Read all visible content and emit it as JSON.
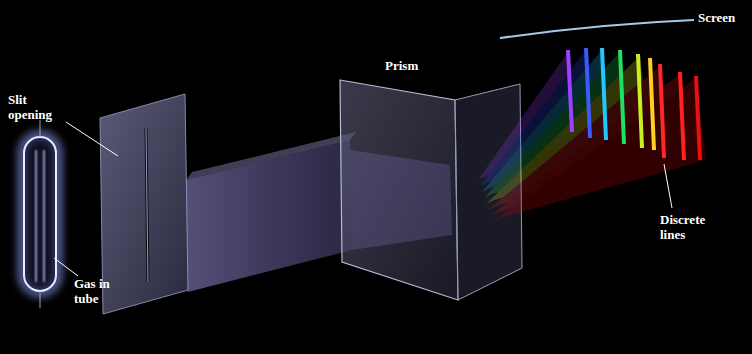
{
  "diagram": {
    "labels": [
      "Slit opening",
      "Prism",
      "Screen",
      "Discrete lines",
      "Gas in tube"
    ]
  }
}
